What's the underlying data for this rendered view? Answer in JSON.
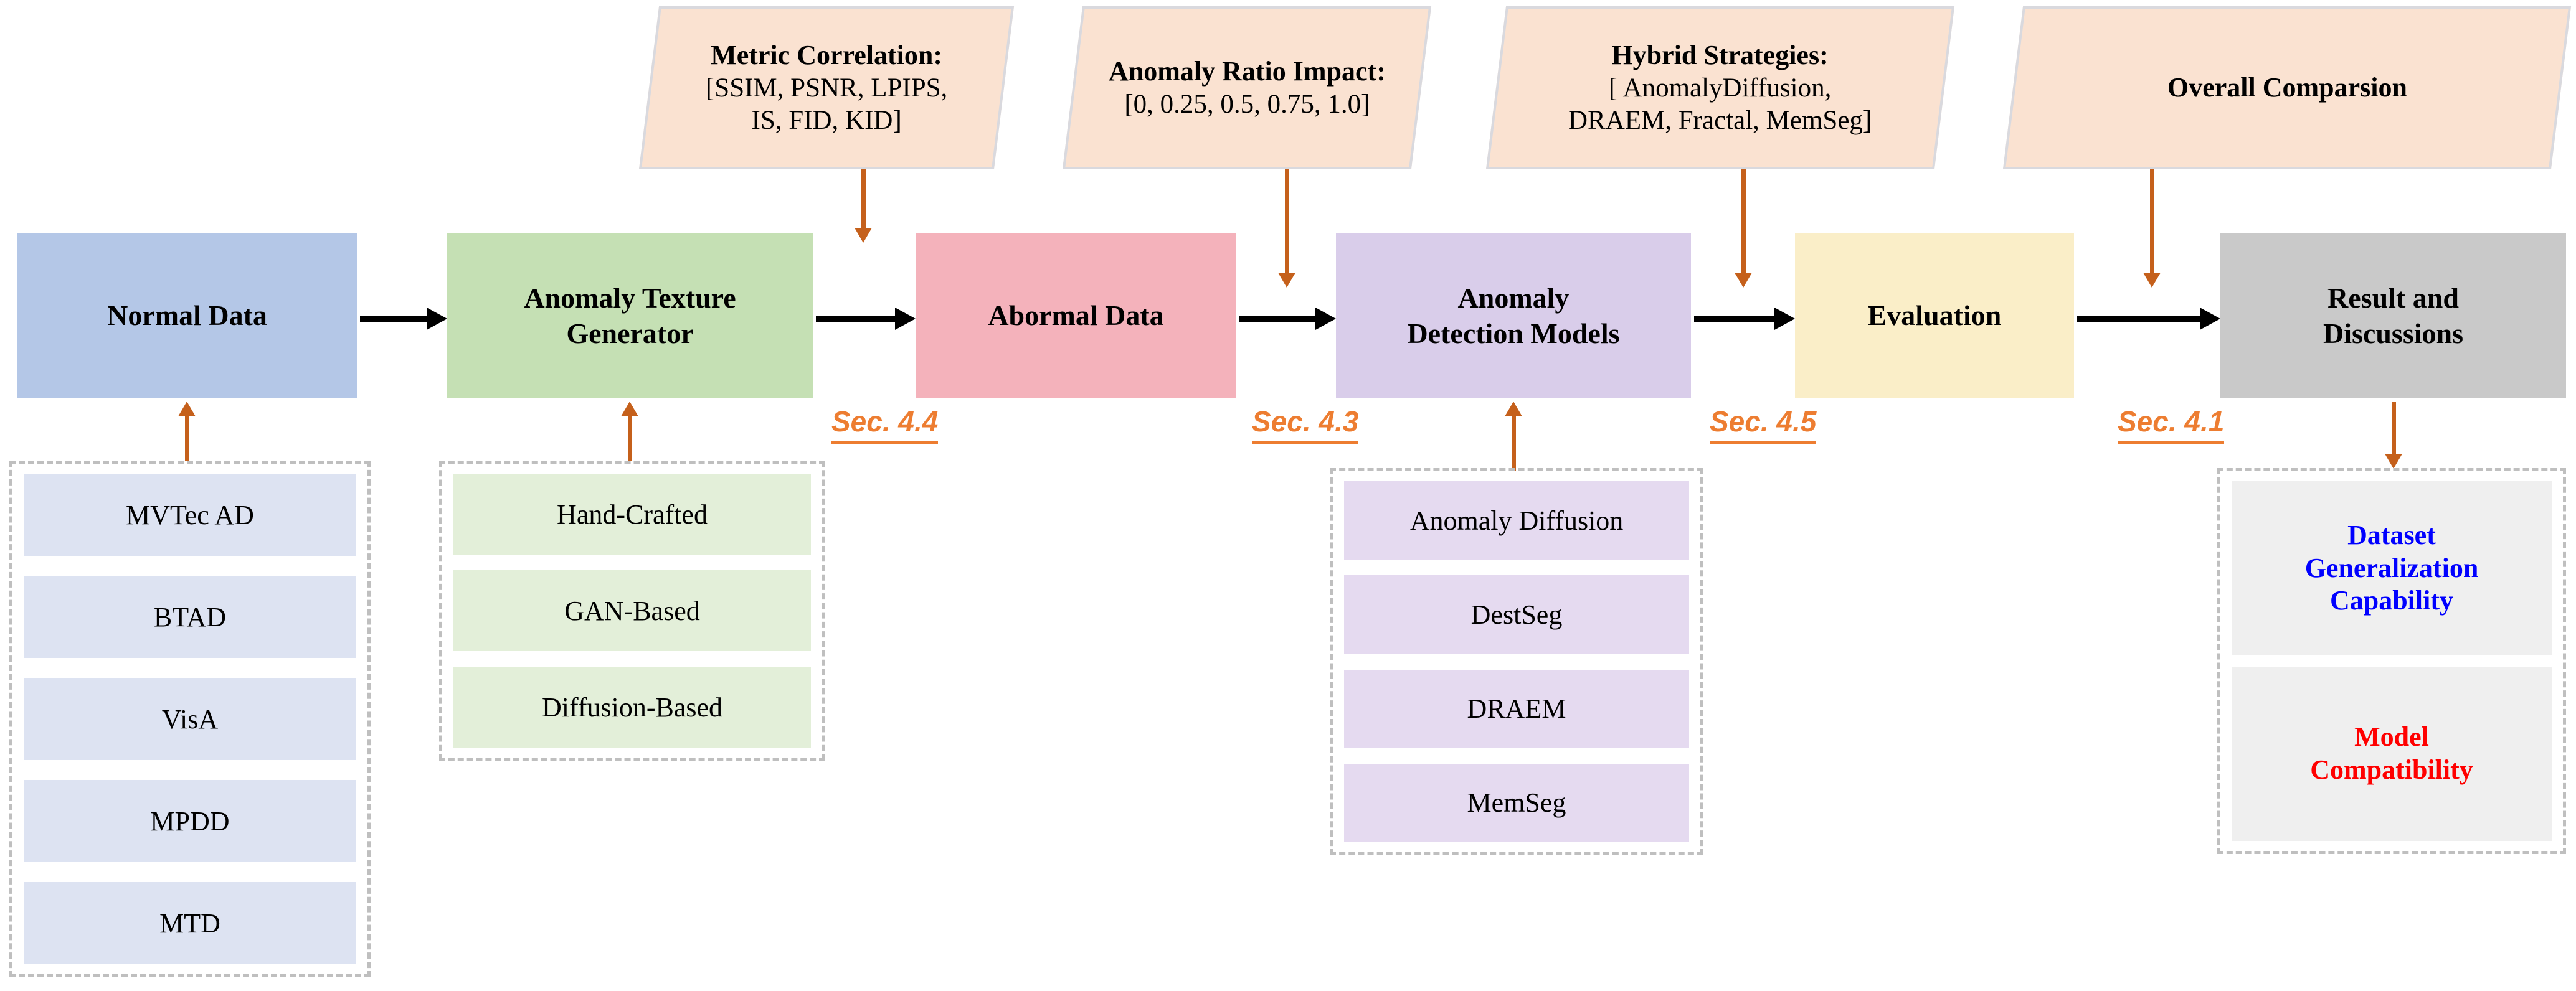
{
  "banners": [
    {
      "title": "Metric Correlation:",
      "subtitle": "[SSIM, PSNR, LPIPS,\nIS, FID, KID]"
    },
    {
      "title": "Anomaly Ratio Impact:",
      "subtitle": "[0, 0.25, 0.5,  0.75,  1.0]"
    },
    {
      "title": "Hybrid Strategies:",
      "subtitle": "[ AnomalyDiffusion,\nDRAEM, Fractal, MemSeg]"
    },
    {
      "title": "Overall Comparsion",
      "subtitle": ""
    }
  ],
  "pipeline": [
    {
      "label": "Normal Data",
      "color": "#b4c7e7"
    },
    {
      "label": "Anomaly Texture\nGenerator",
      "color": "#c5e0b4"
    },
    {
      "label": "Abormal Data",
      "color": "#f4b2bb"
    },
    {
      "label": "Anomaly\nDetection Models",
      "color": "#d9cdea"
    },
    {
      "label": "Evaluation",
      "color": "#faeec8"
    },
    {
      "label": "Result and\nDiscussions",
      "color": "#c9c9c9"
    }
  ],
  "sections": [
    {
      "label": "Sec. 4.4"
    },
    {
      "label": "Sec. 4.3"
    },
    {
      "label": "Sec. 4.5"
    },
    {
      "label": "Sec. 4.1"
    }
  ],
  "datasets": {
    "items": [
      "MVTec AD",
      "BTAD",
      "VisA",
      "MPDD",
      "MTD"
    ]
  },
  "generators": {
    "items": [
      "Hand-Crafted",
      "GAN-Based",
      "Diffusion-Based"
    ]
  },
  "models": {
    "items": [
      "Anomaly Diffusion",
      "DestSeg",
      "DRAEM",
      "MemSeg"
    ]
  },
  "results": {
    "items": [
      "Dataset\nGeneralization\nCapability",
      "Model\nCompatibility"
    ]
  },
  "colors": {
    "banner_fill": "#fae2d1",
    "banner_border": "#d9d9de",
    "orange_accent": "#c5601b",
    "section_orange": "#ed7d31",
    "dashed_border": "#bfbfbf",
    "result_blue_text": "#0000ff",
    "result_red_text": "#ff0000"
  }
}
